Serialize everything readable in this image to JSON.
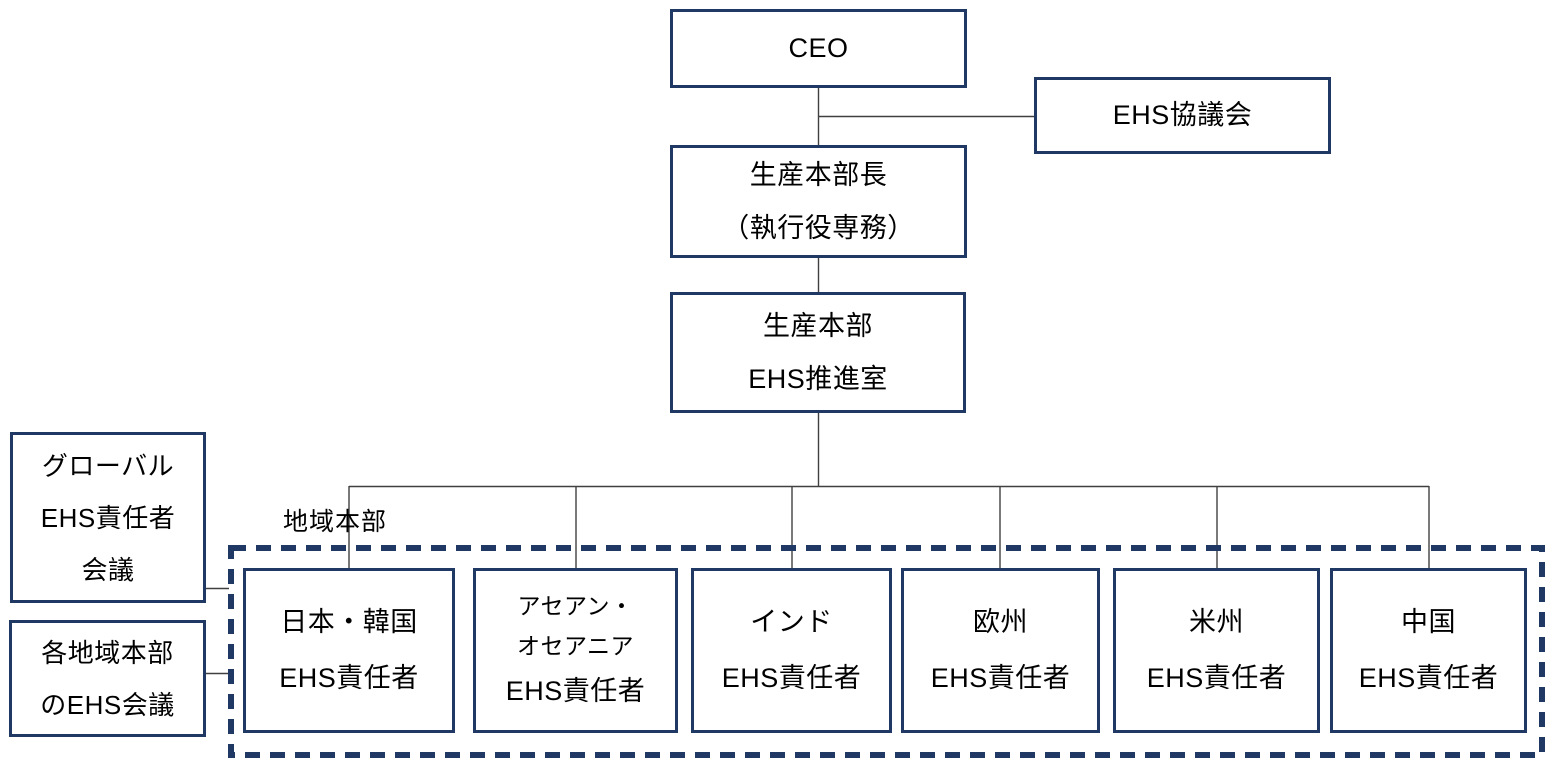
{
  "diagram": {
    "title_hint": "EHS management organization chart",
    "colors": {
      "box_border": "#1f3864",
      "dashed_border": "#1f3864",
      "connector": "#404040",
      "background": "#ffffff",
      "text": "#000000"
    },
    "nodes": {
      "ceo": {
        "label": "CEO"
      },
      "ehs_council": {
        "label": "EHS協議会"
      },
      "production_head": {
        "lines": [
          "生産本部長",
          "（執行役専務）"
        ]
      },
      "ehs_promotion_office": {
        "lines": [
          "生産本部",
          "EHS推進室"
        ]
      },
      "global_ehs_meeting": {
        "lines": [
          "グローバル",
          "EHS責任者",
          "会議"
        ]
      },
      "regional_hq_meeting": {
        "lines": [
          "各地域本部",
          "のEHS会議"
        ]
      },
      "region_group_label": "地域本部",
      "regions": [
        {
          "lines": [
            "日本・韓国",
            "EHS責任者"
          ]
        },
        {
          "lines": [
            "アセアン・",
            "オセアニア",
            "EHS責任者"
          ]
        },
        {
          "lines": [
            "インド",
            "EHS責任者"
          ]
        },
        {
          "lines": [
            "欧州",
            "EHS責任者"
          ]
        },
        {
          "lines": [
            "米州",
            "EHS責任者"
          ]
        },
        {
          "lines": [
            "中国",
            "EHS責任者"
          ]
        }
      ]
    }
  }
}
